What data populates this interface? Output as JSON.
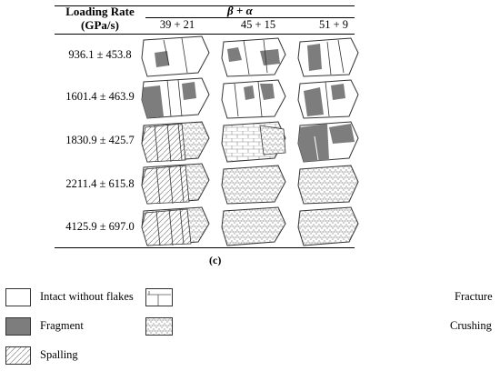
{
  "table": {
    "header_rate_line1": "Loading Rate",
    "header_rate_line2": "(GPa/s)",
    "header_group": "β + α",
    "columns": [
      "39 + 21",
      "45 + 15",
      "51 + 9"
    ],
    "rates": [
      "936.1 ± 453.8",
      "1601.4 ± 463.9",
      "1830.9 ± 425.7",
      "2211.4 ± 615.8",
      "4125.9 ± 697.0"
    ],
    "cells": [
      [
        "fragment",
        "fragment",
        "fragment"
      ],
      [
        "fragment",
        "fragment",
        "fragment"
      ],
      [
        "spalling-crushing",
        "fracture-crushing",
        "fragment"
      ],
      [
        "spalling-crushing",
        "crushing",
        "crushing"
      ],
      [
        "spalling-crushing",
        "crushing",
        "crushing"
      ]
    ],
    "subfig_label": "(c)"
  },
  "legend": {
    "intact": "Intact without flakes",
    "fragment": "Fragment",
    "spalling": "Spalling",
    "fracture": "Fracture",
    "crushing": "Crushing"
  },
  "colors": {
    "fragment_fill": "#7d7d7d",
    "outline": "#333333"
  }
}
